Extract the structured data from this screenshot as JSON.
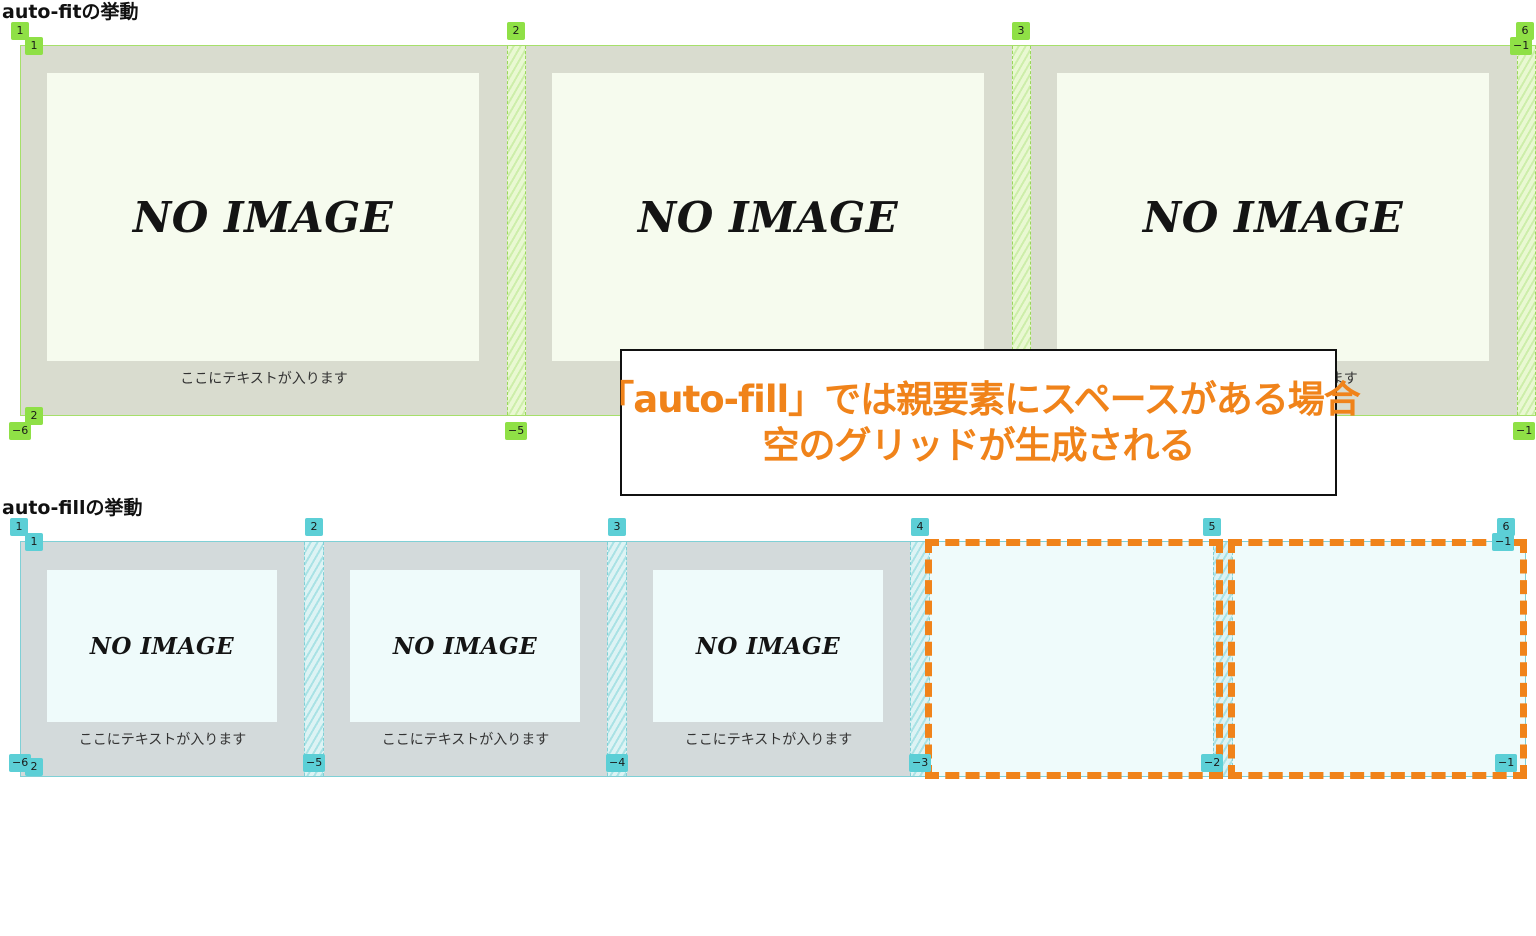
{
  "sections": {
    "fit": {
      "heading": "auto-fitの挙動"
    },
    "fill": {
      "heading": "auto-fillの挙動"
    }
  },
  "card": {
    "image_text": "NO IMAGE",
    "caption": "ここにテキストが入ります"
  },
  "callout": {
    "line1": "「auto-fill」では親要素にスペースがある場合",
    "line2": "空のグリッドが生成される"
  },
  "fit_badges": {
    "top": [
      "1",
      "2",
      "3",
      "6"
    ],
    "row_start": "1",
    "row_end": "2",
    "right_top": "−1",
    "bottom": [
      "−6",
      "−5",
      "−1"
    ]
  },
  "fill_badges": {
    "top": [
      "1",
      "2",
      "3",
      "4",
      "5",
      "6"
    ],
    "row_start": "1",
    "row_end": "2",
    "right_top": "−1",
    "right_bottom": "−1",
    "bottom": [
      "−6",
      "−5",
      "−4",
      "−3",
      "−2"
    ]
  },
  "colors": {
    "accent_orange": "#f0831a",
    "grid_green": "#8fe046",
    "grid_teal": "#5ccfd6",
    "card_fit_bg": "#d9dccf",
    "card_fill_bg": "#d3dadb"
  }
}
